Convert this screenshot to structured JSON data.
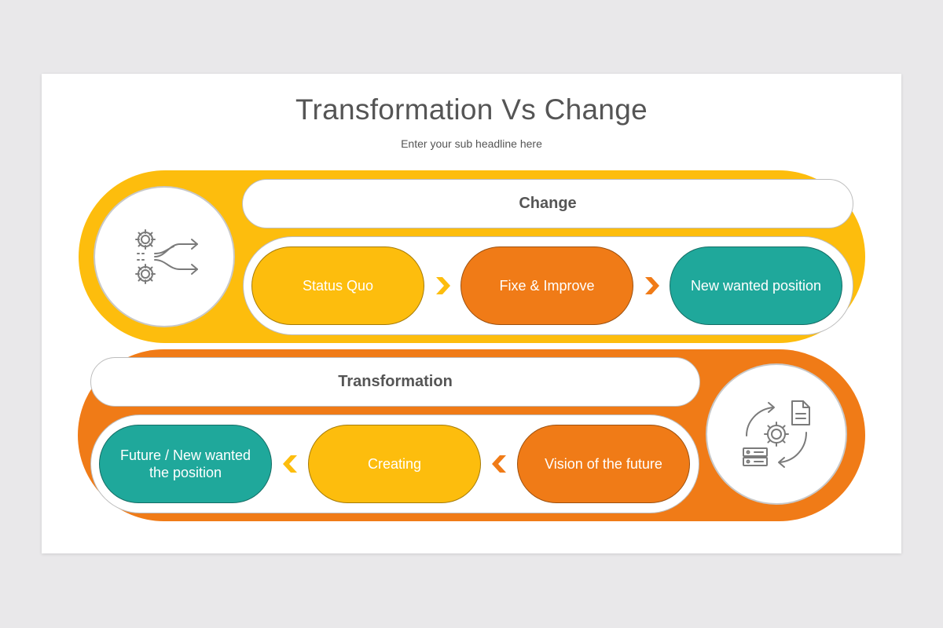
{
  "title": "Transformation Vs Change",
  "subtitle": "Enter your sub headline here",
  "colors": {
    "yellow": "#fdbd0d",
    "orange": "#f07b17",
    "teal": "#1fa89b",
    "icon_stroke": "#7a7a7a"
  },
  "change": {
    "label": "Change",
    "icon": "gears-shuffle-icon",
    "steps": [
      {
        "label": "Status Quo",
        "color": "yellow"
      },
      {
        "label": "Fixe & Improve",
        "color": "orange"
      },
      {
        "label": "New wanted position",
        "color": "teal"
      }
    ],
    "arrow_direction": "right"
  },
  "transformation": {
    "label": "Transformation",
    "icon": "cycle-gear-document-icon",
    "steps": [
      {
        "label": "Future / New wanted the position",
        "color": "teal"
      },
      {
        "label": "Creating",
        "color": "yellow"
      },
      {
        "label": "Vision of the future",
        "color": "orange"
      }
    ],
    "arrow_direction": "left"
  }
}
